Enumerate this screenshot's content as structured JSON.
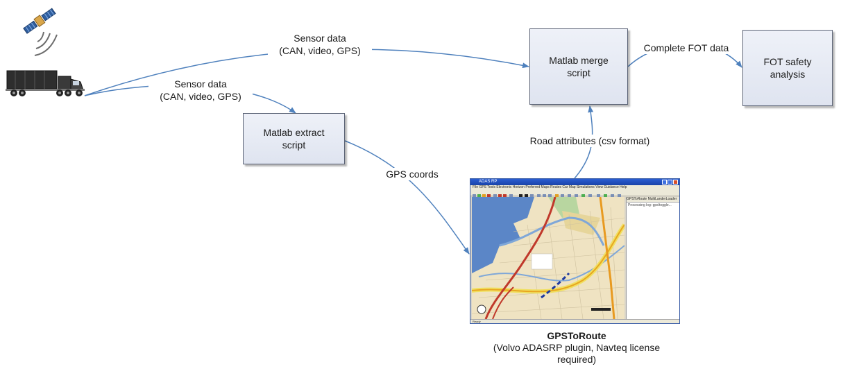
{
  "nodes": {
    "merge": {
      "label": "Matlab merge\nscript"
    },
    "fot": {
      "label": "FOT safety\nanalysis"
    },
    "extract": {
      "label": "Matlab extract\nscript"
    }
  },
  "edges": {
    "sensor_to_merge": {
      "label": "Sensor data\n(CAN, video, GPS)"
    },
    "sensor_to_extract": {
      "label": "Sensor data\n(CAN, video, GPS)"
    },
    "merge_to_fot": {
      "label": "Complete FOT data"
    },
    "extract_to_gps": {
      "label": "GPS coords"
    },
    "gps_to_merge": {
      "label": "Road attributes (csv format)"
    }
  },
  "gps_app": {
    "title": "GPSToRoute",
    "subtitle": "(Volvo ADASRP plugin, Navteq license\nrequired)",
    "window_title": "ADAS RP",
    "menu": "File  GPS Tools  Electronic Horizon  Preferred Maps  Routes  Car  Map  Simulations  View  Guidance  Help",
    "side_tabs": "GPSToRoute  MultiLanderLoader",
    "side_text": "Processing log: gps/toggle...",
    "status": "Ready"
  },
  "colors": {
    "box_fill": "#e4e8f2",
    "box_border": "#5a6275",
    "arrow": "#4f81bd",
    "truck": "#3a3a3a",
    "satellite": "#2f5fa0"
  },
  "icons": [
    "satellite-icon",
    "signal-waves-icon",
    "truck-icon"
  ]
}
